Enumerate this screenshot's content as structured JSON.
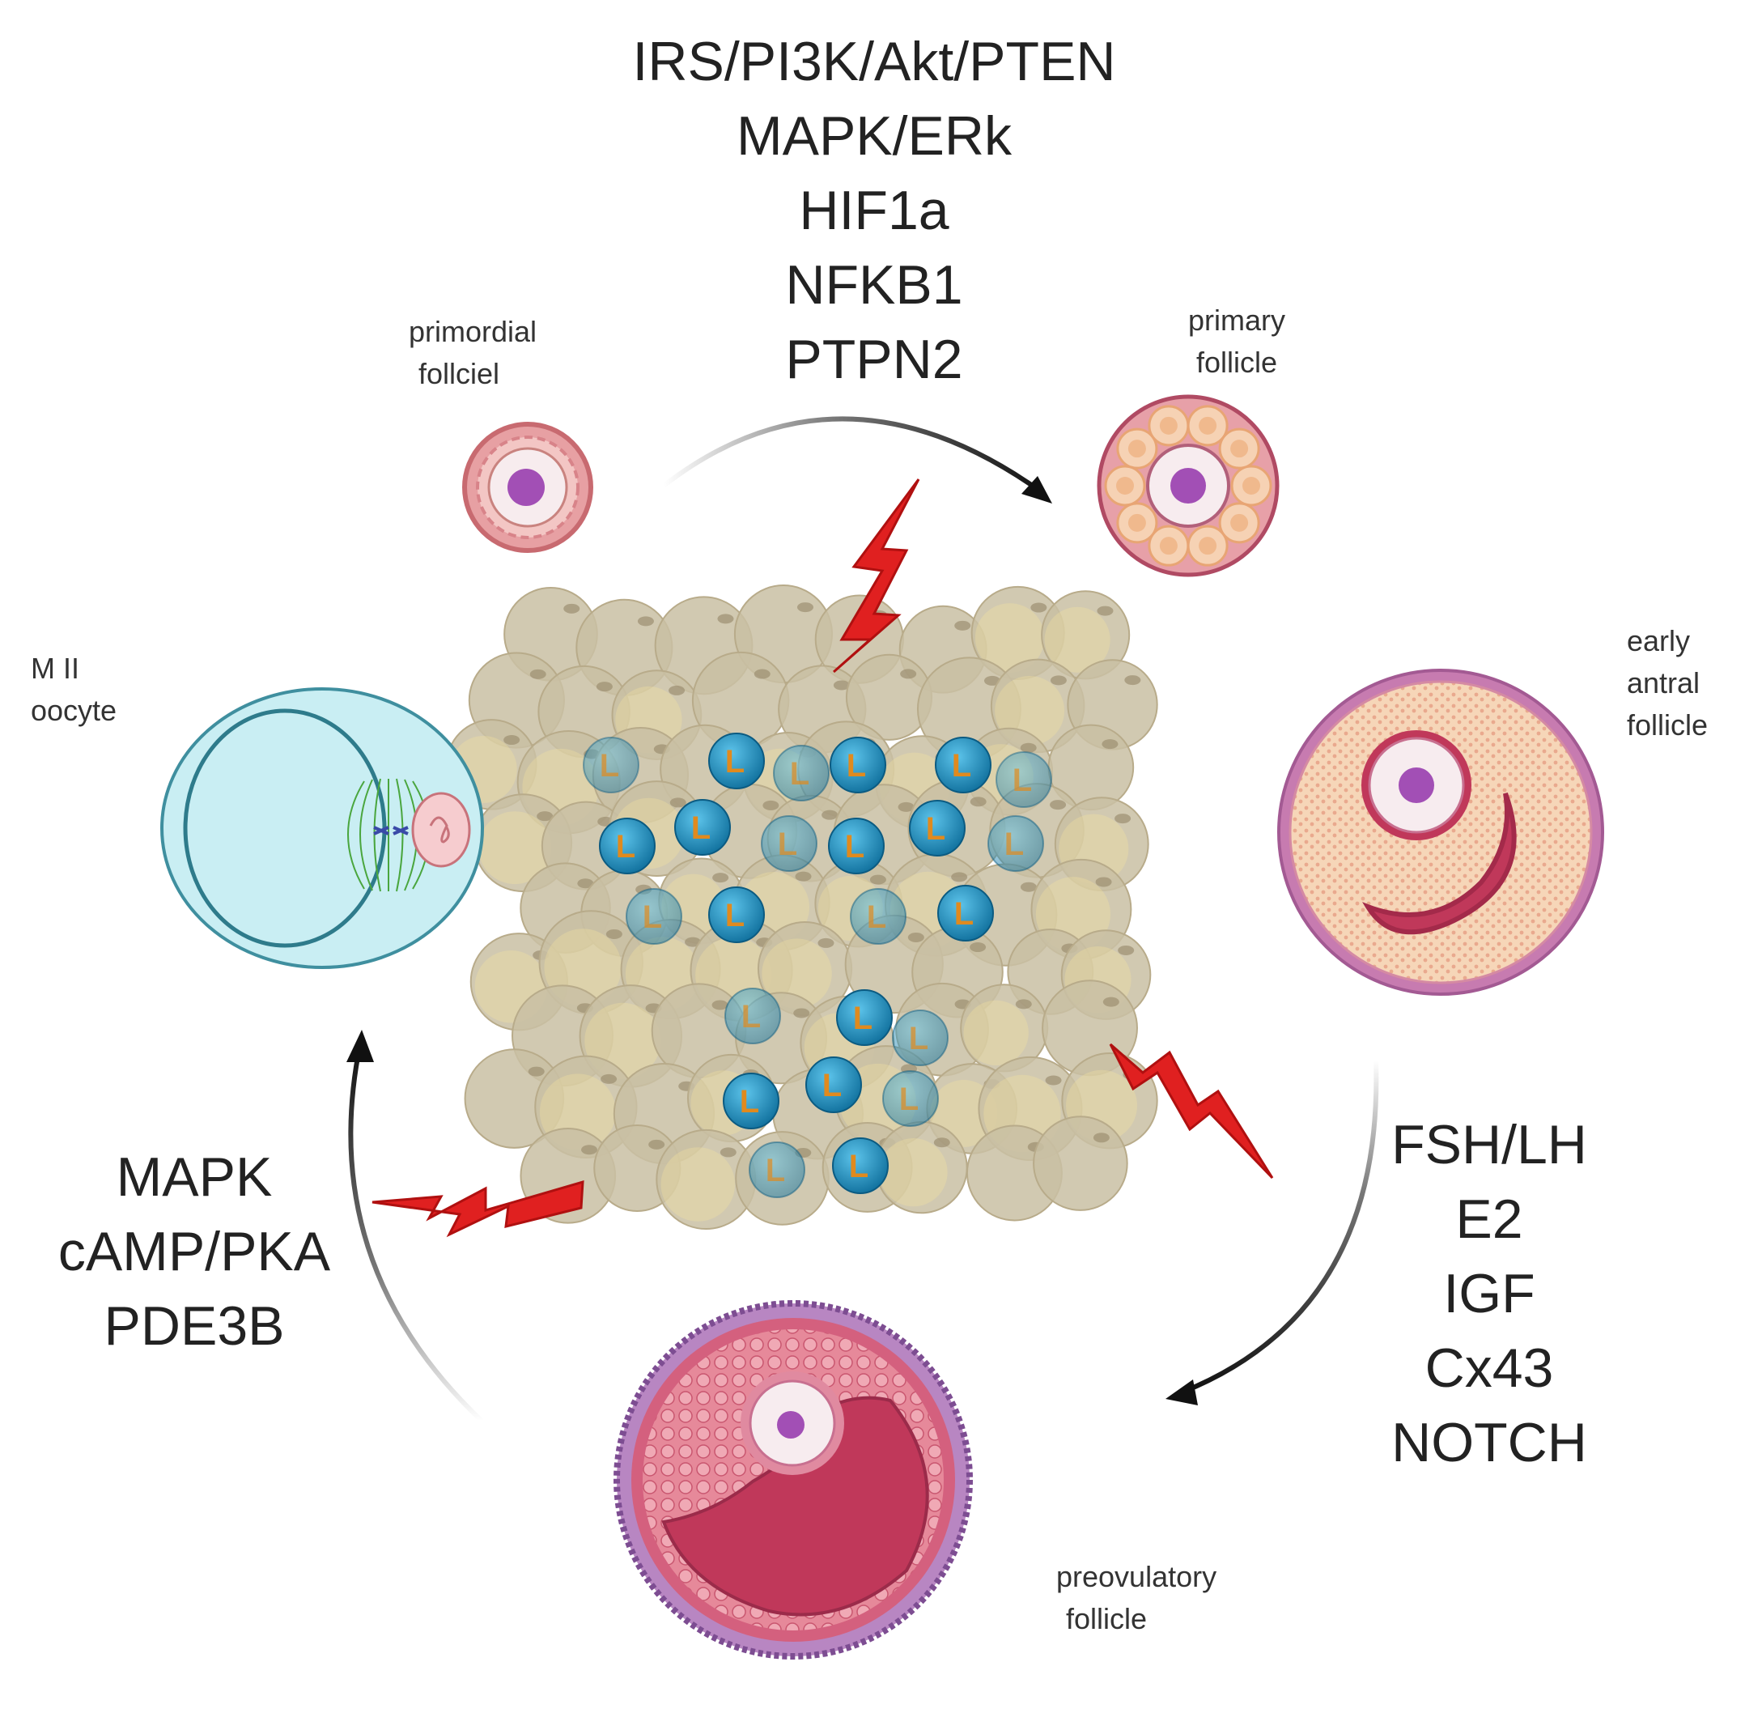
{
  "pathways": {
    "top": [
      "IRS/PI3K/Akt/PTEN",
      "MAPK/ERk",
      "HIF1a",
      "NFKB1",
      "PTPN2"
    ],
    "right": [
      "FSH/LH",
      "E2",
      "IGF",
      "Cx43",
      "NOTCH"
    ],
    "left": [
      "MAPK",
      "cAMP/PKA",
      "PDE3B"
    ]
  },
  "stages": {
    "primordial": [
      "primordial",
      "follciel"
    ],
    "primary": [
      "primary",
      "follicle"
    ],
    "early_antral": [
      "early",
      "antral",
      "follicle"
    ],
    "preovulatory": [
      "preovulatory",
      "follicle"
    ],
    "mii": [
      "M II",
      "oocyte"
    ]
  },
  "cells": {
    "lymphocyte_label": "L"
  },
  "colors": {
    "adipocyte": "#c9bfa3",
    "lymphocyte": "#1f8fc0",
    "lightning": "#e02020",
    "follicle_pink": "#e8a3b0",
    "antrum": "#c0385a",
    "granulosa": "#f6d2b4",
    "oocyte_nucleus": "#a24fb5",
    "mii_cyan": "#c9eef3"
  }
}
